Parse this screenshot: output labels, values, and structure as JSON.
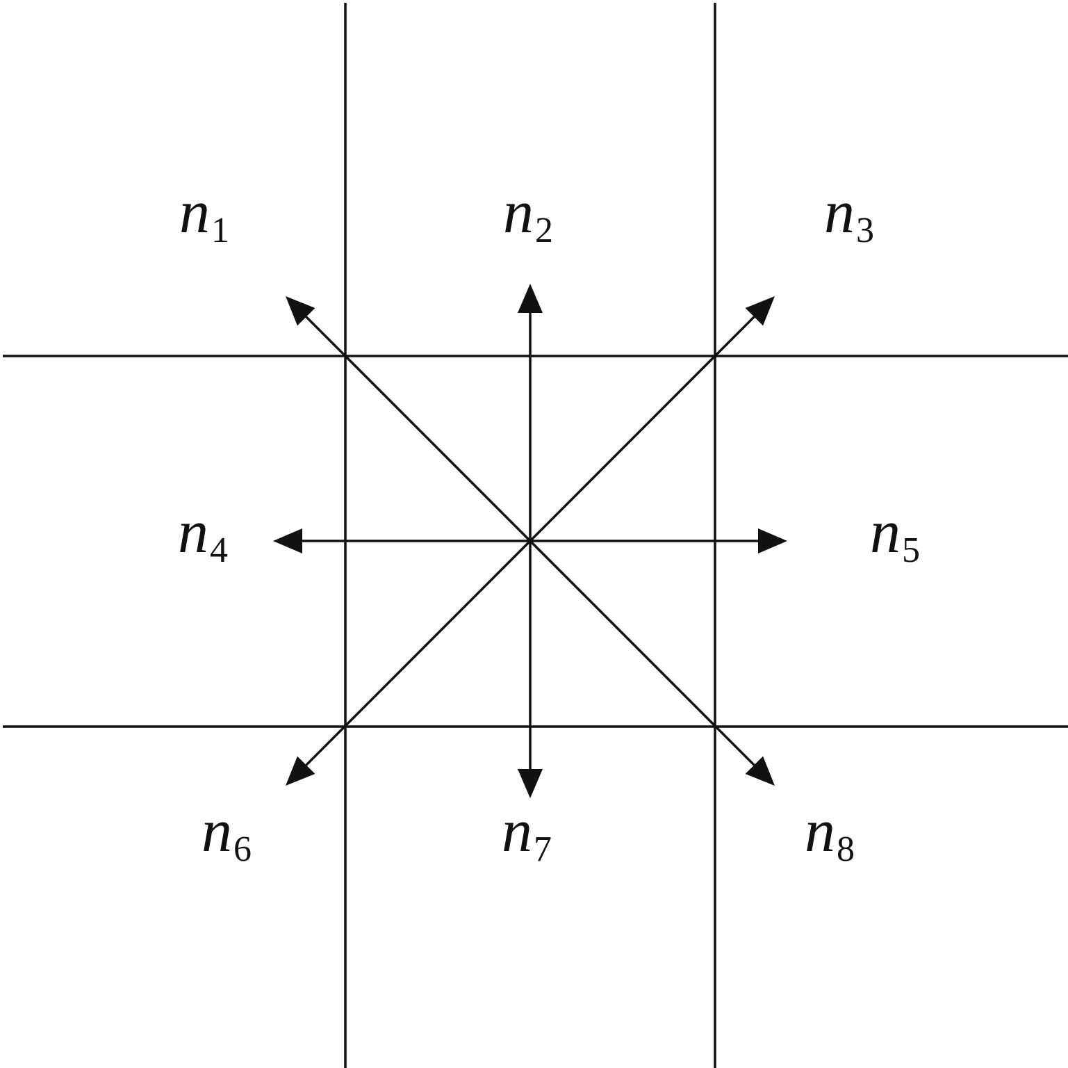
{
  "colors": {
    "ink": "#111111",
    "background": "#ffffff"
  },
  "neighbors": [
    {
      "id": "n1",
      "letter": "n",
      "sub": "1",
      "direction": "up-left"
    },
    {
      "id": "n2",
      "letter": "n",
      "sub": "2",
      "direction": "up"
    },
    {
      "id": "n3",
      "letter": "n",
      "sub": "3",
      "direction": "up-right"
    },
    {
      "id": "n4",
      "letter": "n",
      "sub": "4",
      "direction": "left"
    },
    {
      "id": "n5",
      "letter": "n",
      "sub": "5",
      "direction": "right"
    },
    {
      "id": "n6",
      "letter": "n",
      "sub": "6",
      "direction": "down-left"
    },
    {
      "id": "n7",
      "letter": "n",
      "sub": "7",
      "direction": "down"
    },
    {
      "id": "n8",
      "letter": "n",
      "sub": "8",
      "direction": "down-right"
    }
  ]
}
